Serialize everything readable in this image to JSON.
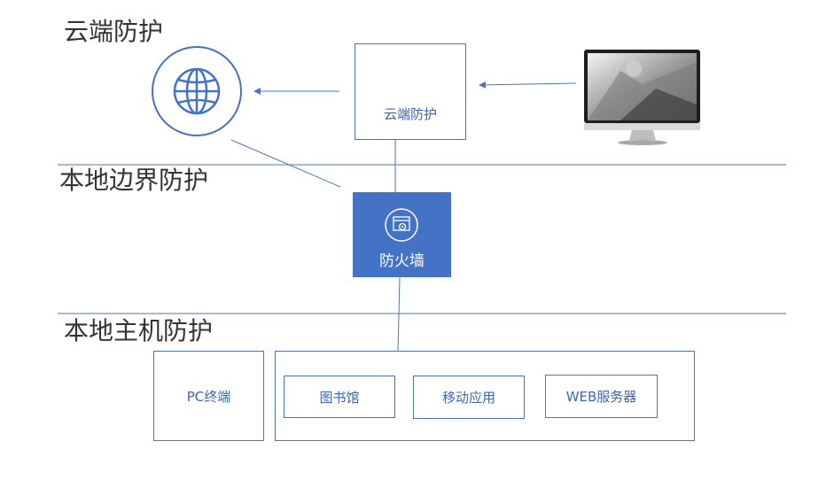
{
  "sections": {
    "cloud": "云端防护",
    "boundary": "本地边界防护",
    "host": "本地主机防护"
  },
  "nodes": {
    "cloud_protection": "云端防护",
    "firewall": "防火墙",
    "pc_terminal": "PC终端",
    "library": "图书馆",
    "mobile_app": "移动应用",
    "web_server": "WEB服务器"
  },
  "icons": {
    "internet": "globe-icon",
    "cloud_protection": "document-search-icon",
    "firewall": "browser-gear-icon",
    "monitor": "monitor-icon"
  },
  "colors": {
    "accent": "#4472c4",
    "line": "#4a73c2",
    "text": "#333333"
  }
}
